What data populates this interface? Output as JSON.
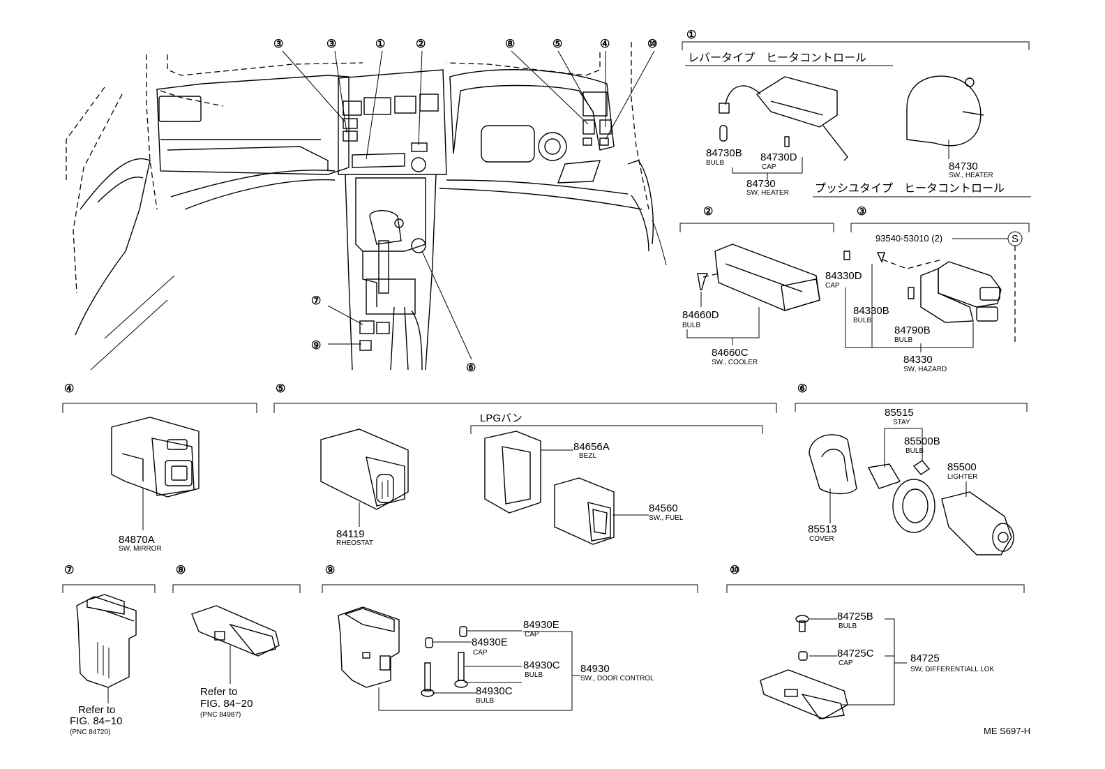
{
  "sheet_code": "ME S697-H",
  "overview": {
    "callouts": [
      "③",
      "③",
      "①",
      "②",
      "⑧",
      "⑤",
      "④",
      "⑩",
      "⑦",
      "⑨",
      "⑥"
    ]
  },
  "sections": {
    "s1": {
      "num": "①",
      "title_lever": "レバータイプ　ヒータコントロール",
      "title_push": "プッシユタイプ　ヒータコントロール",
      "parts": [
        {
          "pn": "84730B",
          "desc": "BULB"
        },
        {
          "pn": "84730D",
          "desc": "CAP"
        },
        {
          "pn": "84730",
          "desc": "SW, HEATER"
        },
        {
          "pn": "84730",
          "desc": "SW., HEATER"
        }
      ]
    },
    "s2": {
      "num": "②",
      "parts": [
        {
          "pn": "84660D",
          "desc": "BULB"
        },
        {
          "pn": "84660C",
          "desc": "SW., COOLER"
        }
      ]
    },
    "s3": {
      "num": "③",
      "screw": "93540-53010 (2)",
      "screw_mark": "S",
      "parts": [
        {
          "pn": "84330D",
          "desc": "CAP"
        },
        {
          "pn": "84330B",
          "desc": "BULB"
        },
        {
          "pn": "84790B",
          "desc": "BULB"
        },
        {
          "pn": "84330",
          "desc": "SW, HAZARD"
        }
      ]
    },
    "s4": {
      "num": "④",
      "parts": [
        {
          "pn": "84870A",
          "desc": "SW, MIRROR"
        }
      ]
    },
    "s5": {
      "num": "⑤",
      "lpg_label": "LPGバン",
      "parts": [
        {
          "pn": "84119",
          "desc": "RHEOSTAT"
        },
        {
          "pn": "84656A",
          "desc": "BEZL"
        },
        {
          "pn": "84560",
          "desc": "SW., FUEL"
        }
      ]
    },
    "s6": {
      "num": "⑥",
      "parts": [
        {
          "pn": "85515",
          "desc": "STAY"
        },
        {
          "pn": "85500B",
          "desc": "BULB"
        },
        {
          "pn": "85500",
          "desc": "LIGHTER"
        },
        {
          "pn": "85513",
          "desc": "COVER"
        }
      ]
    },
    "s7": {
      "num": "⑦",
      "ref_line1": "Refer to",
      "ref_line2": "FIG. 84−10",
      "ref_line3": "(PNC 84720)"
    },
    "s8": {
      "num": "⑧",
      "ref_line1": "Refer to",
      "ref_line2": "FIG. 84−20",
      "ref_line3": "(PNC 84987)"
    },
    "s9": {
      "num": "⑨",
      "parts": [
        {
          "pn": "84930E",
          "desc": "CAP"
        },
        {
          "pn": "84930E",
          "desc": "CAP"
        },
        {
          "pn": "84930C",
          "desc": "BULB"
        },
        {
          "pn": "84930C",
          "desc": "BULB"
        },
        {
          "pn": "84930",
          "desc": "SW., DOOR CONTROL"
        }
      ]
    },
    "s10": {
      "num": "⑩",
      "parts": [
        {
          "pn": "84725B",
          "desc": "BULB"
        },
        {
          "pn": "84725C",
          "desc": "CAP"
        },
        {
          "pn": "84725",
          "desc": "SW, DIFFERENTIALL LOK"
        }
      ]
    }
  }
}
